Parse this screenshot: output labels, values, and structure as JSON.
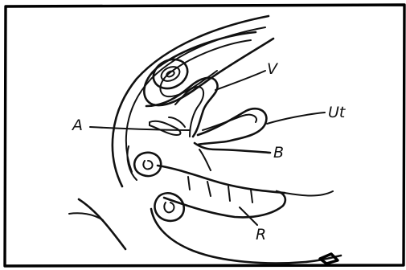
{
  "labels": {
    "v": "V",
    "ut": "Ut",
    "a": "A",
    "b": "B",
    "r": "R"
  },
  "colors": {
    "ink": "#111111",
    "paper": "#ffffff"
  }
}
